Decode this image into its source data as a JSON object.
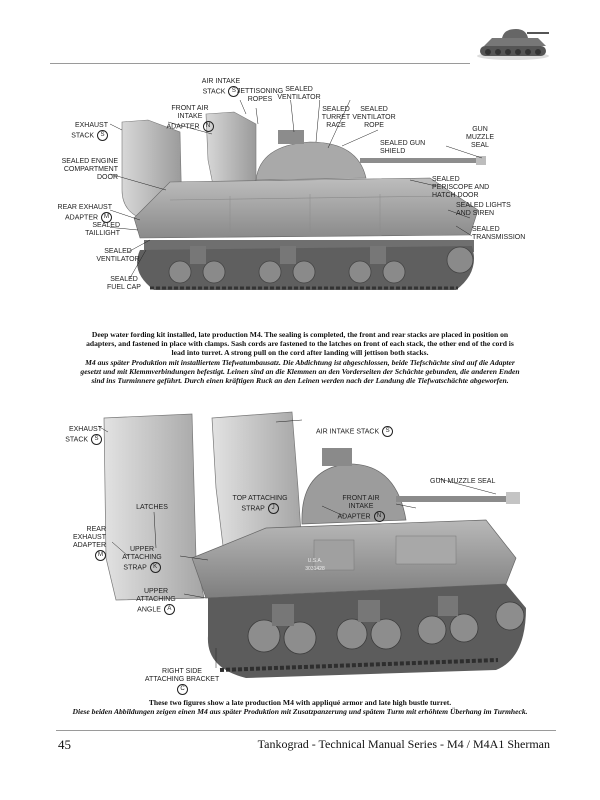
{
  "figure1": {
    "labels": {
      "air_intake_stack": "AIR INTAKE STACK",
      "air_intake_stack_code": "S",
      "jettisoning_ropes": "JETTISONING ROPES",
      "front_air_intake_adapter": "FRONT AIR INTAKE ADAPTER",
      "front_air_intake_adapter_code": "N",
      "sealed_ventilator_top": "SEALED VENTILATOR",
      "sealed_turret_race": "SEALED TURRET RACE",
      "sealed_ventilator_rope": "SEALED VENTILATOR ROPE",
      "sealed_gun_shield": "SEALED GUN SHIELD",
      "gun_muzzle_seal": "GUN MUZZLE SEAL",
      "exhaust_stack": "EXHAUST STACK",
      "exhaust_stack_code": "S",
      "sealed_engine_compartment_door": "SEALED ENGINE COMPARTMENT DOOR",
      "sealed_periscope_and_hatch_door": "SEALED PERISCOPE AND HATCH DOOR",
      "rear_exhaust_adapter": "REAR EXHAUST ADAPTER",
      "rear_exhaust_adapter_code": "M",
      "sealed_lights_and_siren": "SEALED LIGHTS AND SIREN",
      "sealed_taillight": "SEALED TAILLIGHT",
      "sealed_transmission": "SEALED TRANSMISSION",
      "sealed_ventilator_bottom": "SEALED VENTILATOR",
      "sealed_fuel_cap": "SEALED FUEL CAP"
    }
  },
  "caption1": {
    "english": "Deep water fording kit installed, late production M4. The sealing is completed, the front and rear stacks are placed in position on adapters, and fastened in place with clamps. Sash cords are fastened to the latches on front of each stack, the other end of the cord is lead into turret. A strong pull on the cord after landing will jettison both stacks.",
    "german": "M4 aus später Produktion mit installiertem Tiefwatumbausatz. Die Abdichtung ist abgeschlossen, beide Tiefschächte sind auf die Adapter gesetzt und mit Klemmverbindungen befestigt. Leinen sind an die Klemmen an den Vorderseiten der Schächte gebunden, die anderen Enden sind ins Turminnere geführt. Durch einen kräftigen Ruck an den Leinen werden nach der Landung die Tiefwatschächte abgeworfen."
  },
  "figure2": {
    "labels": {
      "exhaust_stack": "EXHAUST STACK",
      "exhaust_stack_code": "S",
      "air_intake_stack": "AIR INTAKE STACK",
      "air_intake_stack_code": "S",
      "latches": "LATCHES",
      "top_attaching_strap": "TOP ATTACHING STRAP",
      "top_attaching_strap_code": "J",
      "front_air_intake_adapter": "FRONT AIR INTAKE ADAPTER",
      "front_air_intake_adapter_code": "N",
      "gun_muzzle_seal": "GUN MUZZLE SEAL",
      "rear_exhaust_adapter": "REAR EXHAUST ADAPTER",
      "rear_exhaust_adapter_code": "M",
      "upper_attaching_strap": "UPPER ATTACHING STRAP",
      "upper_attaching_strap_code": "K",
      "upper_attaching_angle": "UPPER ATTACHING ANGLE",
      "upper_attaching_angle_code": "A",
      "right_side_attaching_bracket": "RIGHT SIDE ATTACHING BRACKET",
      "right_side_attaching_bracket_code": "C",
      "hull_marking_1": "U.S.A.",
      "hull_marking_2": "3031428"
    }
  },
  "caption2": {
    "english": "These two figures show a late production M4 with appliqué armor and late high bustle turret.",
    "german": "Diese beiden Abbildungen zeigen einen M4 aus später Produktion mit Zusatzpanzerung und spätem Turm mit erhöhtem Überhang im Turmheck."
  },
  "footer": {
    "page_number": "45",
    "series_title": "Tankograd - Technical Manual Series - M4 / M4A1 Sherman"
  }
}
